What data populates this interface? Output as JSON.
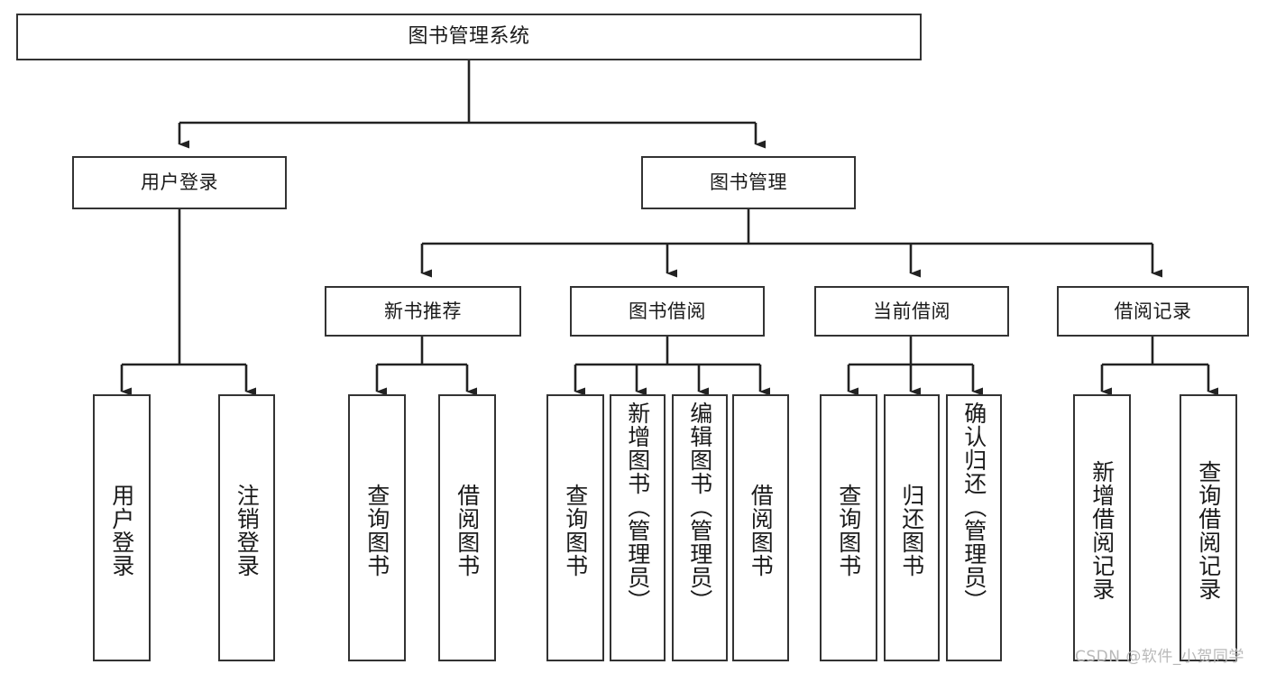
{
  "title": "图书管理系统",
  "watermark": "CSDN @软件_小贺同学",
  "colors": {
    "background": "#ffffff",
    "node_border": "#333333",
    "node_fill": "#ffffff",
    "edge": "#222222",
    "text": "#1a1a1a",
    "watermark": "#b9b9b9"
  },
  "chart_data": {
    "type": "diagram",
    "diagram_type": "tree",
    "orientation": "top-down",
    "title": "图书管理系统",
    "nodes": [
      {
        "id": "root",
        "label": "图书管理系统",
        "level": 1,
        "text_direction": "horizontal"
      },
      {
        "id": "login",
        "label": "用户登录",
        "level": 2,
        "text_direction": "horizontal"
      },
      {
        "id": "bookmgr",
        "label": "图书管理",
        "level": 2,
        "text_direction": "horizontal"
      },
      {
        "id": "newbook",
        "label": "新书推荐",
        "level": 3,
        "text_direction": "horizontal"
      },
      {
        "id": "borrow",
        "label": "图书借阅",
        "level": 3,
        "text_direction": "horizontal"
      },
      {
        "id": "current",
        "label": "当前借阅",
        "level": 3,
        "text_direction": "horizontal"
      },
      {
        "id": "records",
        "label": "借阅记录",
        "level": 3,
        "text_direction": "horizontal"
      },
      {
        "id": "l_login",
        "label": "用户登录",
        "level": 4,
        "text_direction": "vertical"
      },
      {
        "id": "l_logout",
        "label": "注销登录",
        "level": 4,
        "text_direction": "vertical"
      },
      {
        "id": "n_query",
        "label": "查询图书",
        "level": 4,
        "text_direction": "vertical"
      },
      {
        "id": "n_borrow",
        "label": "借阅图书",
        "level": 4,
        "text_direction": "vertical"
      },
      {
        "id": "b_query",
        "label": "查询图书",
        "level": 4,
        "text_direction": "vertical"
      },
      {
        "id": "b_add",
        "label": "新增图书（管理员）",
        "level": 4,
        "text_direction": "vertical"
      },
      {
        "id": "b_edit",
        "label": "编辑图书（管理员）",
        "level": 4,
        "text_direction": "vertical"
      },
      {
        "id": "b_borrow",
        "label": "借阅图书",
        "level": 4,
        "text_direction": "vertical"
      },
      {
        "id": "c_query",
        "label": "查询图书",
        "level": 4,
        "text_direction": "vertical"
      },
      {
        "id": "c_return",
        "label": "归还图书",
        "level": 4,
        "text_direction": "vertical"
      },
      {
        "id": "c_confirm",
        "label": "确认归还（管理员）",
        "level": 4,
        "text_direction": "vertical"
      },
      {
        "id": "r_add",
        "label": "新增借阅记录",
        "level": 4,
        "text_direction": "vertical"
      },
      {
        "id": "r_query",
        "label": "查询借阅记录",
        "level": 4,
        "text_direction": "vertical"
      }
    ],
    "edges": [
      {
        "from": "root",
        "to": "login"
      },
      {
        "from": "root",
        "to": "bookmgr"
      },
      {
        "from": "bookmgr",
        "to": "newbook"
      },
      {
        "from": "bookmgr",
        "to": "borrow"
      },
      {
        "from": "bookmgr",
        "to": "current"
      },
      {
        "from": "bookmgr",
        "to": "records"
      },
      {
        "from": "login",
        "to": "l_login"
      },
      {
        "from": "login",
        "to": "l_logout"
      },
      {
        "from": "newbook",
        "to": "n_query"
      },
      {
        "from": "newbook",
        "to": "n_borrow"
      },
      {
        "from": "borrow",
        "to": "b_query"
      },
      {
        "from": "borrow",
        "to": "b_add"
      },
      {
        "from": "borrow",
        "to": "b_edit"
      },
      {
        "from": "borrow",
        "to": "b_borrow"
      },
      {
        "from": "current",
        "to": "c_query"
      },
      {
        "from": "current",
        "to": "c_return"
      },
      {
        "from": "current",
        "to": "c_confirm"
      },
      {
        "from": "records",
        "to": "r_add"
      },
      {
        "from": "records",
        "to": "r_query"
      }
    ]
  }
}
